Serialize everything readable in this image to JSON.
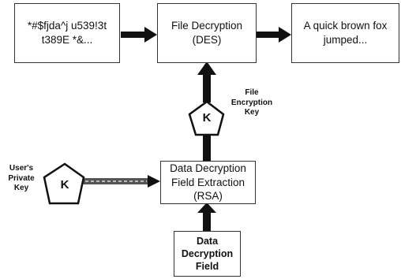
{
  "boxes": {
    "ciphertext": {
      "line1": "*#$fjda^j u539!3t",
      "line2": "t389E *&..."
    },
    "file_decryption": {
      "line1": "File Decryption",
      "line2": "(DES)"
    },
    "plaintext": {
      "line1": "A quick brown fox",
      "line2": "jumped..."
    },
    "ddf_extraction": {
      "line1": "Data Decryption",
      "line2": "Field Extraction",
      "line3": "(RSA)"
    },
    "ddf": {
      "line1": "Data",
      "line2": "Decryption",
      "line3": "Field"
    }
  },
  "keys": {
    "file_key_symbol": "K",
    "private_key_symbol": "K"
  },
  "labels": {
    "file_key": {
      "line1": "File",
      "line2": "Encryption",
      "line3": "Key"
    },
    "private_key": {
      "line1": "User's",
      "line2": "Private",
      "line3": "Key"
    }
  }
}
